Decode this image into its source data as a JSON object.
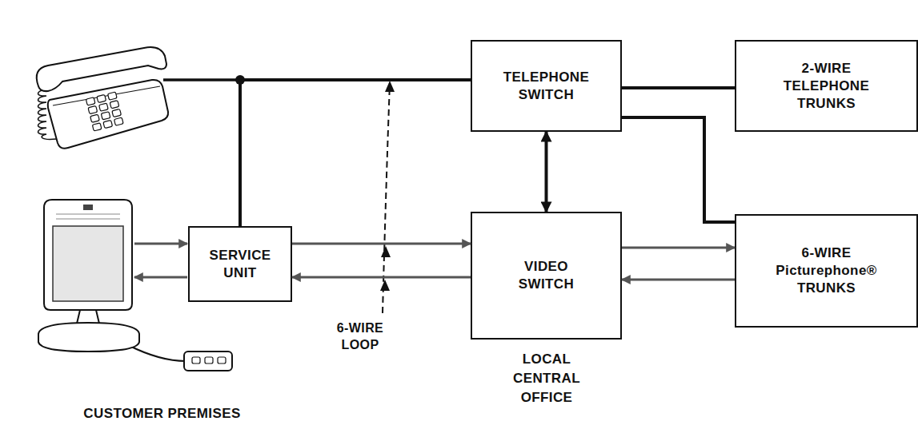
{
  "diagram": {
    "nodes": [
      {
        "text": [
          "CUSTOMER PREMISES"
        ]
      },
      {
        "text": [
          "SERVICE UNIT"
        ],
        "in": 0
      },
      {
        "text": [
          "LOCAL CENTRAL OFFICE"
        ]
      },
      {
        "text": [
          "TELEPHONE SWITCH"
        ],
        "in": 2
      },
      {
        "text": [
          "VIDEO SWITCH"
        ],
        "in": 2
      },
      {
        "text": [
          "2-WIRE TELEPHONE TRUNKS"
        ]
      },
      {
        "text": [
          "6-WIRE Picturephone® TRUNKS"
        ]
      }
    ],
    "edges": [
      {
        "from": 1,
        "to": 3,
        "arrow": "none"
      },
      {
        "from": 3,
        "to": 5,
        "arrow": "none"
      },
      {
        "from": 3,
        "to": 6,
        "arrow": "none"
      },
      {
        "from": 3,
        "to": 4,
        "arrow": "both"
      },
      {
        "from": 1,
        "to": 4,
        "arrow": "to"
      },
      {
        "from": 4,
        "to": 1,
        "arrow": "to"
      },
      {
        "from": 4,
        "to": 6,
        "arrow": "to"
      },
      {
        "from": 6,
        "to": 4,
        "arrow": "to"
      }
    ],
    "labels": [
      "6-WIRE LOOP"
    ]
  }
}
